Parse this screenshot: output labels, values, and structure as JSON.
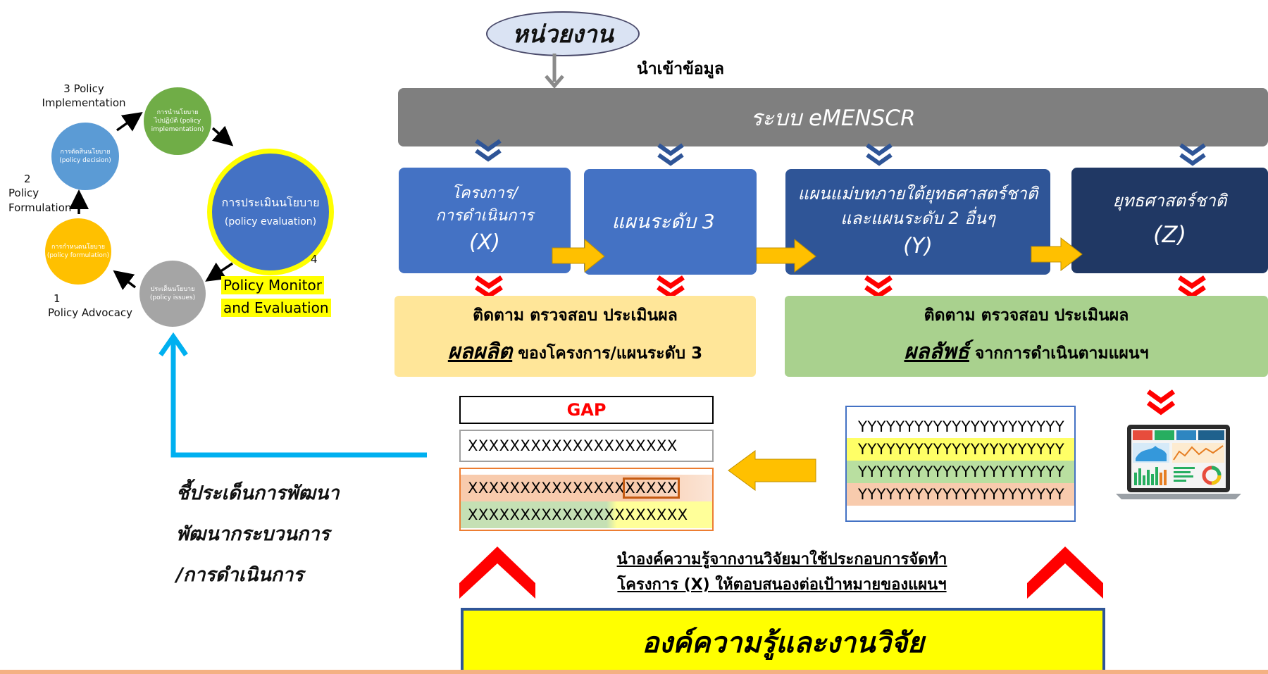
{
  "colors": {
    "gray_bar": "#7f7f7f",
    "blue_mid": "#4472c4",
    "blue_dark": "#2f5597",
    "blue_darkest": "#203864",
    "highlight_yellow": "#ffff00",
    "light_yellow": "#ffe699",
    "light_green": "#a9d18e",
    "red": "#ff0000",
    "cyan_arrow": "#00b0f0",
    "gold_arrow": "#ffc000"
  },
  "cycle": {
    "implementation_circle": [
      "การนำนโยบาย",
      "ไปปฏิบัติ (policy",
      "implementation)"
    ],
    "decision_circle": [
      "การตัดสินนโยบาย",
      "(policy decision)"
    ],
    "formulation_circle": [
      "การกำหนดนโยบาย",
      "(policy formulation)"
    ],
    "issues_circle": [
      "ประเด็นนโยบาย",
      "(policy issues)"
    ],
    "evaluation_circle": [
      "การประเมินนโยบาย",
      "(policy evaluation)"
    ],
    "label_3": "3   Policy",
    "label_3b": "Implementation",
    "label_2": "2",
    "label_2b": "Policy",
    "label_2c": "Formulation",
    "label_1": "1",
    "label_1b": "Policy Advocacy",
    "label_4": "4",
    "label_4a": "Policy Monitor",
    "label_4b": "and Evaluation"
  },
  "agency": "หน่วยงาน",
  "import_label": "นำเข้าข้อมูล",
  "system_bar": "ระบบ eMENSCR",
  "boxes": {
    "x": [
      "โครงการ/",
      "การดำเนินการ",
      "(X)"
    ],
    "level3": "แผนระดับ 3",
    "y": [
      "แผนแม่บทภายใต้ยุทธศาสตร์ชาติ",
      "และแผนระดับ 2 อื่นๆ",
      "(Y)"
    ],
    "z": [
      "ยุทธศาสตร์ชาติ",
      "(Z)"
    ]
  },
  "monitor_left": {
    "line1": "ติดตาม ตรวจสอบ ประเมินผล",
    "emph": "ผลผลิต",
    "rest": " ของโครงการ/แผนระดับ 3"
  },
  "monitor_right": {
    "line1": "ติดตาม ตรวจสอบ ประเมินผล",
    "emph": "ผลลัพธ์",
    "rest": " จากการดำเนินตามแผนฯ"
  },
  "gap": {
    "title": "GAP",
    "row1": "XXXXXXXXXXXXXXXXXXXX",
    "row2a": "XXXXXXXXXXXXXXX",
    "row2b": "XXXXX",
    "row3a": "XXXXXXXXXXXXX",
    "row3b": "XXXXXXXX"
  },
  "y_rows": [
    "YYYYYYYYYYYYYYYYYYYYYY",
    "YYYYYYYYYYYYYYYYYYYYYY",
    "YYYYYYYYYYYYYYYYYYYYYY",
    "YYYYYYYYYYYYYYYYYYYYYY"
  ],
  "dashboard_icon": "laptop-dashboard-icon",
  "dev_text": [
    "ชี้ประเด็นการพัฒนา",
    "พัฒนากระบวนการ",
    "/การดำเนินการ"
  ],
  "research_note": [
    "นำองค์ความรู้จากงานวิจัยมาใช้ประกอบการจัดทำ",
    "โครงการ (X) ให้ตอบสนองต่อเป้าหมายของแผนฯ"
  ],
  "research_box": "องค์ความรู้และงานวิจัย"
}
